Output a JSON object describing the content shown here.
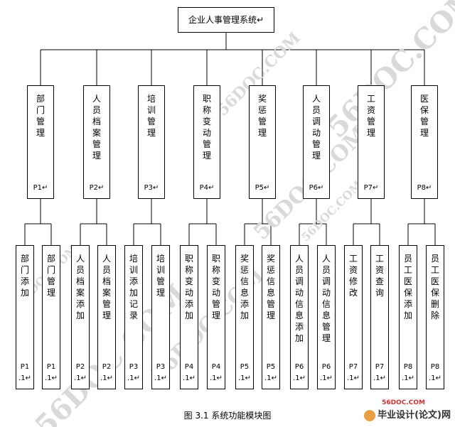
{
  "root": {
    "label": "企业人事管理系统↵"
  },
  "modules": [
    {
      "label": "部门管理",
      "code": "P1↵"
    },
    {
      "label": "人员档案管理",
      "code": "P2↵"
    },
    {
      "label": "培训管理",
      "code": "P3↵"
    },
    {
      "label": "职称变动管理",
      "code": "P4↵"
    },
    {
      "label": "奖惩管理",
      "code": "P5↵"
    },
    {
      "label": "人员调动管理",
      "code": "P6↵"
    },
    {
      "label": "工资管理",
      "code": "P7↵"
    },
    {
      "label": "医保管理",
      "code": "P8↵"
    }
  ],
  "leaves": [
    {
      "label": "部门添加",
      "code": "P1\n.1↵"
    },
    {
      "label": "部门管理",
      "code": "P1\n.1↵"
    },
    {
      "label": "人员档案添加",
      "code": "P2\n.1↵"
    },
    {
      "label": "人员档案管理",
      "code": "P2\n.1↵"
    },
    {
      "label": "培训添加记录",
      "code": "P3\n.1↵"
    },
    {
      "label": "培训管理",
      "code": "P3\n.1↵"
    },
    {
      "label": "职称变动添加",
      "code": "P4\n.1↵"
    },
    {
      "label": "职称变动管理",
      "code": "P4\n.1↵"
    },
    {
      "label": "奖惩信息添加",
      "code": "P5\n.1↵"
    },
    {
      "label": "奖惩信息管理",
      "code": "P5\n.1↵"
    },
    {
      "label": "人员调动信息添加",
      "code": "P6\n.1↵"
    },
    {
      "label": "人员调动信息管理",
      "code": "P6\n.1↵"
    },
    {
      "label": "工资修改",
      "code": "P7\n.1↵"
    },
    {
      "label": "工资查询",
      "code": "P7\n.1↵"
    },
    {
      "label": "员工医保添加",
      "code": "P8\n.1↵"
    },
    {
      "label": "员工医保删除",
      "code": "P8\n.1↵"
    }
  ],
  "caption": "图 3.1 系统功能模块图",
  "watermark": "56DOC.COM",
  "brand": {
    "small": "56DOC.COM",
    "main": "毕业设计(论文)网"
  }
}
